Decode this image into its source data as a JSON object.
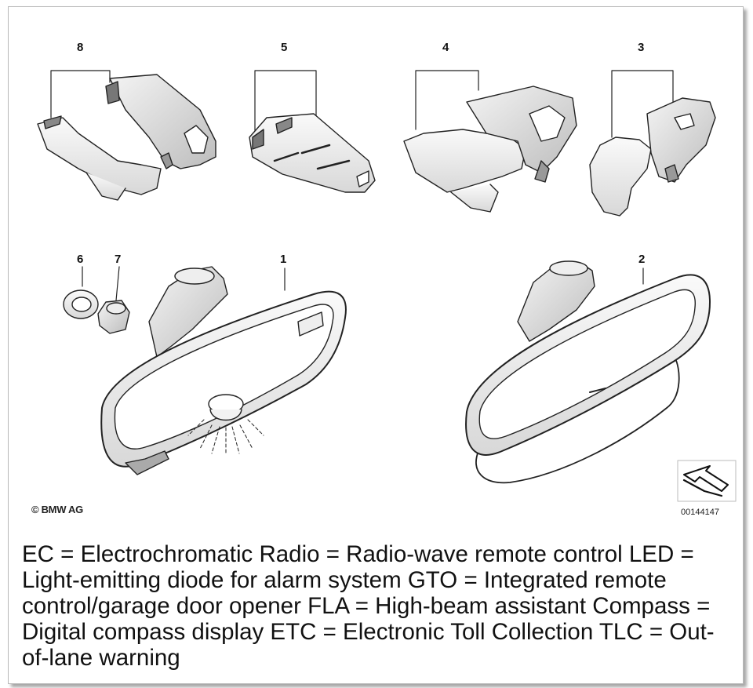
{
  "callouts": [
    "8",
    "5",
    "4",
    "3",
    "6",
    "7",
    "1",
    "2"
  ],
  "copyright": "© BMW AG",
  "part_number": "00144147",
  "legend": "EC = Electrochromatic Radio = Radio-wave remote control LED = Light-emitting diode for alarm system GTO = Integrated remote control/garage door opener FLA = High-beam assistant Compass = Digital compass display ETC = Electronic Toll Collection TLC = Out-of-lane warning",
  "icons": [
    "direction-arrow-icon"
  ]
}
